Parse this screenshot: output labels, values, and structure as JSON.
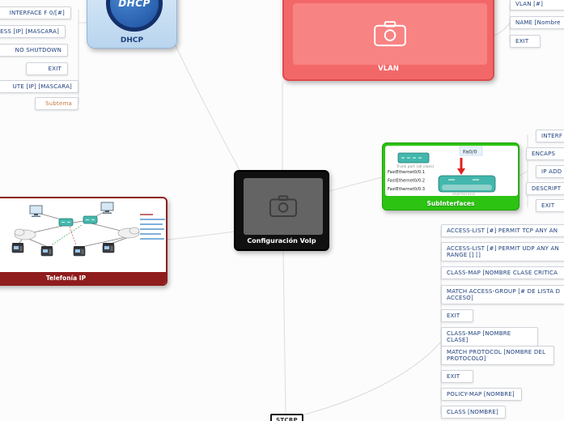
{
  "colors": {
    "command_text": "#1c3f7c",
    "connector_line": "#dcdcdc",
    "dhcp_node_fill": "#cfe2f4",
    "dhcp_logo_blue": "#1c4f9e",
    "vlan_red": "#f26868",
    "subinterfaces_green": "#2cc312",
    "telefonia_dark_red": "#8f1d1d",
    "center_black": "#101010",
    "subtema_orange": "#c2793d"
  },
  "nodes": {
    "center": {
      "label": "Configuración VoIp"
    },
    "dhcp": {
      "label": "DHCP",
      "logo_text": "DHCP"
    },
    "vlan": {
      "label": "VLAN"
    },
    "subinterfaces": {
      "label": "SubInterfaces",
      "diagram": {
        "port_label": "Fa0/0",
        "trunk_note": "Trunk port (all vlans)",
        "interfaces": [
          "FastEthernet0/0.1",
          "FastEthernet0/0.2",
          "FastEthernet0/0.3"
        ],
        "watermark": "learncisco"
      }
    },
    "telefonia": {
      "label": "Telefonía IP"
    },
    "stcrp": {
      "label": "STCRP"
    }
  },
  "lists": {
    "left": {
      "items": [
        {
          "label": "INTERFACE F 0/[#]"
        },
        {
          "label": "ESS [IP] [MASCARA]"
        },
        {
          "label": "NO SHUTDOWN"
        },
        {
          "label": "EXIT"
        },
        {
          "label": "UTE [IP] [MASCARA]"
        },
        {
          "label": "Subtema"
        }
      ]
    },
    "top_right": {
      "items": [
        {
          "label": "VLAN [#]"
        },
        {
          "label": "NAME [Nombre"
        },
        {
          "label": "EXIT"
        }
      ]
    },
    "mid_right": {
      "items": [
        {
          "label": "INTERF"
        },
        {
          "label": "ENCAPS"
        },
        {
          "label": "IP ADD"
        },
        {
          "label": "DESCRIPT"
        },
        {
          "label": "EXIT"
        }
      ]
    },
    "bottom_right": {
      "items": [
        {
          "label": "ACCESS-LIST [#] PERMIT TCP ANY AN"
        },
        {
          "label": "ACCESS-LIST [#] PERMIT UDP ANY AN\nRANGE [] []"
        },
        {
          "label": "CLASS-MAP [NOMBRE CLASE CRITICA"
        },
        {
          "label": "MATCH ACCESS-GROUP [# DE LISTA D\nACCESO]"
        },
        {
          "label": "EXIT"
        },
        {
          "label": "CLASS-MAP [NOMBRE CLASE]"
        },
        {
          "label": "MATCH PROTOCOL [NOMBRE DEL\nPROTOCOLO]"
        },
        {
          "label": "EXIT"
        },
        {
          "label": "POLICY-MAP [NOMBRE]"
        },
        {
          "label": "CLASS [NOMBRE]"
        }
      ]
    }
  }
}
